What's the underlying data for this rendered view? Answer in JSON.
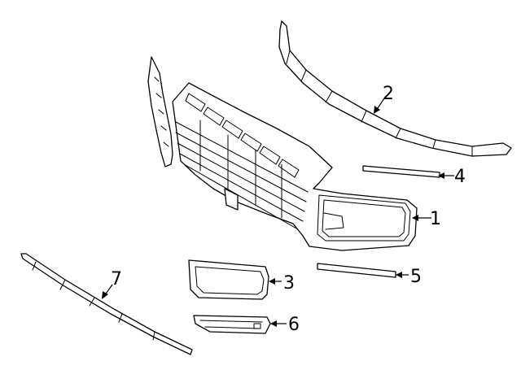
{
  "diagram": {
    "colors": {
      "line": "#000000",
      "background": "#ffffff"
    },
    "callouts": [
      {
        "id": "1",
        "label": "1"
      },
      {
        "id": "2",
        "label": "2"
      },
      {
        "id": "3",
        "label": "3"
      },
      {
        "id": "4",
        "label": "4"
      },
      {
        "id": "5",
        "label": "5"
      },
      {
        "id": "6",
        "label": "6"
      },
      {
        "id": "7",
        "label": "7"
      }
    ]
  }
}
